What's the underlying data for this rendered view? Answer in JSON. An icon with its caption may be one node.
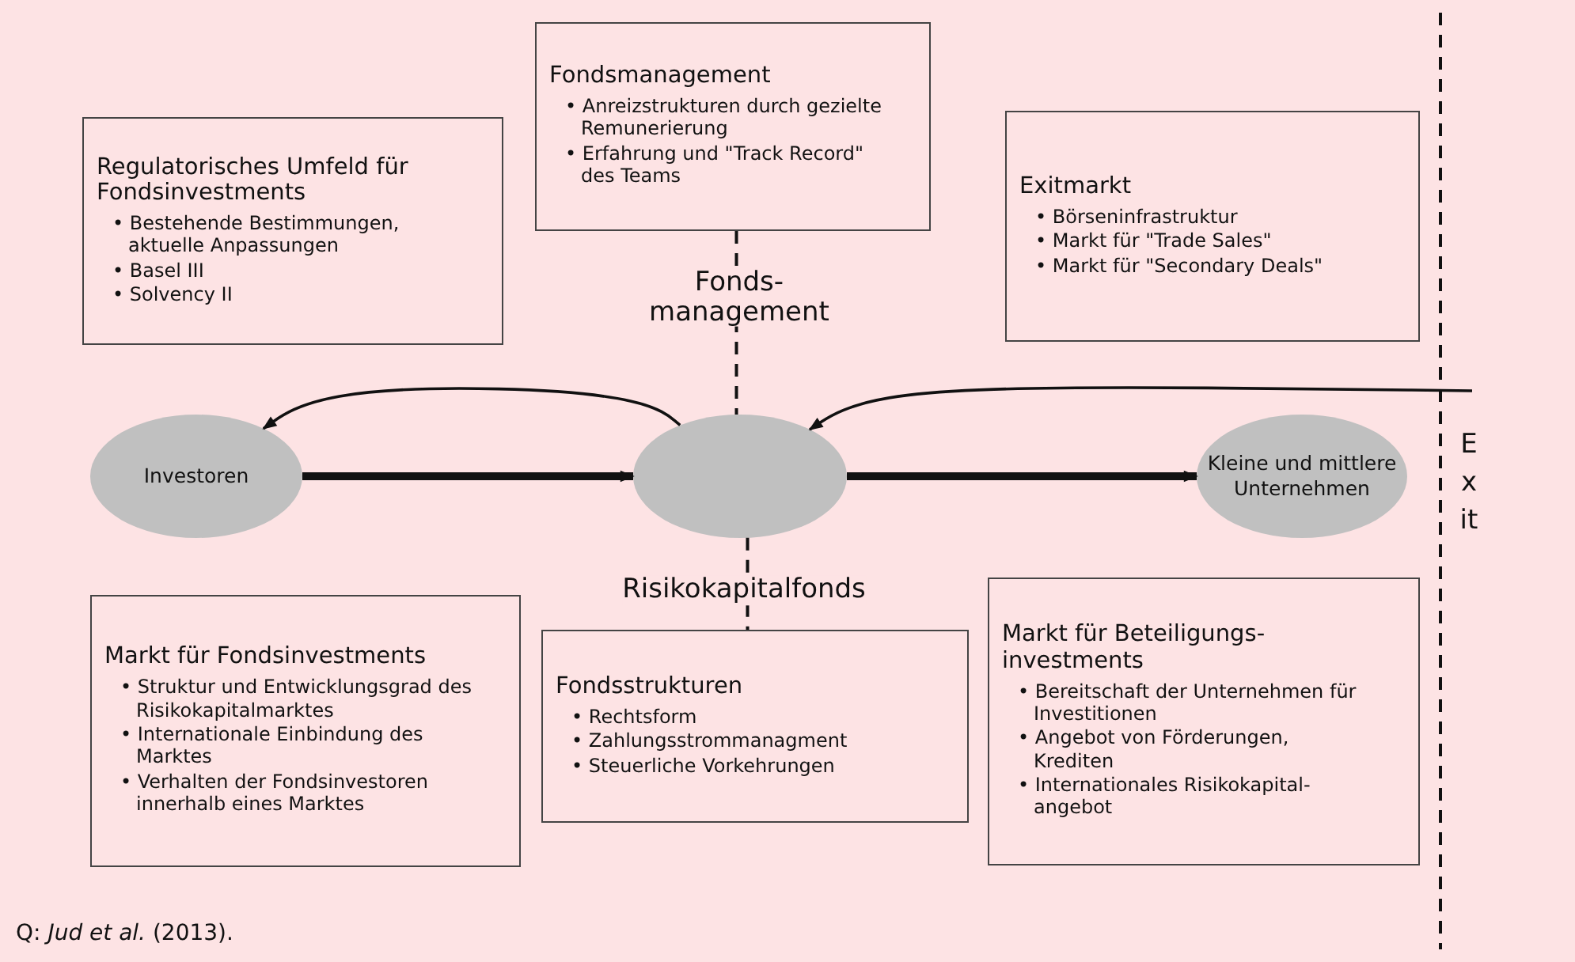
{
  "diagram": {
    "caption": "Q: *Jud et al.* (2013).",
    "nodes": [
      {
        "text": [
          "Regulatorisches Umfeld für Fondsinvestments",
          "• Bestehende Bestimmungen, aktuelle Anpassungen",
          "• Basel III",
          "• Solvency II"
        ]
      },
      {
        "text": [
          "Fondsmanagement",
          "• Anreizstrukturen durch gezielte Remunerierung",
          "• Erfahrung und \"Track Record\" des Teams"
        ]
      },
      {
        "text": [
          "Exitmarkt",
          "• Börseninfrastruktur",
          "• Markt für \"Trade Sales\"",
          "• Markt für \"Secondary Deals\""
        ]
      },
      {
        "text": [
          "Investoren"
        ]
      },
      {
        "text": [],
        "shape": "ellipse"
      },
      {
        "text": [
          "Kleine und mittlere Unternehmen"
        ]
      },
      {
        "text": [
          "Markt für Fondsinvestments",
          "• Struktur und Entwicklungsgrad des Risikokapitalmarktes",
          "• Internationale Einbindung des Marktes",
          "• Verhalten der Fondsinvestoren innerhalb eines Marktes"
        ]
      },
      {
        "text": [
          "Fondsstrukturen",
          "• Rechtsform",
          "• Zahlungsstrommanagment",
          "• Steuerliche Vorkehrungen"
        ]
      },
      {
        "text": [
          "Markt für Beteiligungs- investments",
          "• Bereitschaft der Unternehmen für Investitionen",
          "• Angebot von Förderungen, Krediten",
          "• Internationales Risikokapital- angebot"
        ]
      }
    ],
    "edges": [
      {
        "from": 3,
        "to": 4,
        "arrow": "to",
        "style": "thick"
      },
      {
        "from": 4,
        "to": 5,
        "arrow": "to",
        "style": "thick"
      },
      {
        "from": 4,
        "to": 3,
        "arrow": "to"
      },
      {
        "from": null,
        "to": 4,
        "arrow": "to"
      },
      {
        "from": 1,
        "to": 4,
        "arrow": "none",
        "style": "dashed",
        "label": "Fonds- management"
      },
      {
        "from": 4,
        "to": 7,
        "arrow": "none",
        "style": "dashed",
        "label": "Risikokapitalfonds"
      }
    ],
    "labels": [
      "Exit"
    ]
  }
}
